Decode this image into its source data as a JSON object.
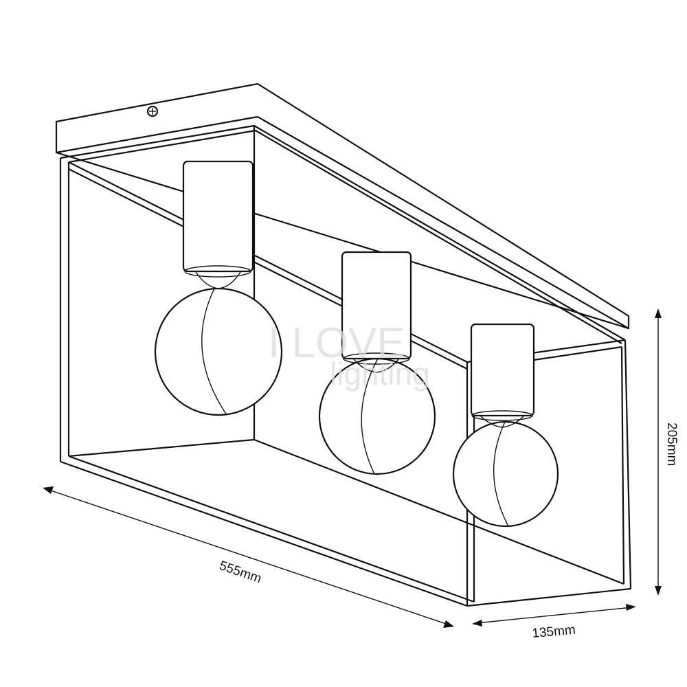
{
  "title": "Ceiling light dimension drawing",
  "dimensions": {
    "length": "555mm",
    "depth": "135mm",
    "height": "205mm"
  },
  "watermark": {
    "line1": "I LOVE",
    "line2": "lighting"
  },
  "colors": {
    "line": "#111111",
    "background": "#ffffff",
    "watermark": "#dddddd"
  }
}
